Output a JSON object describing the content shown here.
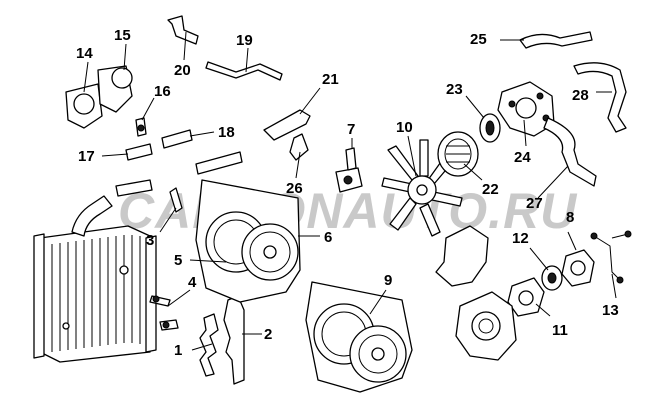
{
  "watermark": "CARRONAUTO.RU",
  "callouts": [
    "1",
    "2",
    "3",
    "4",
    "5",
    "6",
    "7",
    "8",
    "9",
    "10",
    "11",
    "12",
    "13",
    "14",
    "15",
    "16",
    "17",
    "18",
    "19",
    "20",
    "21",
    "22",
    "23",
    "24",
    "25",
    "26",
    "27",
    "28"
  ]
}
